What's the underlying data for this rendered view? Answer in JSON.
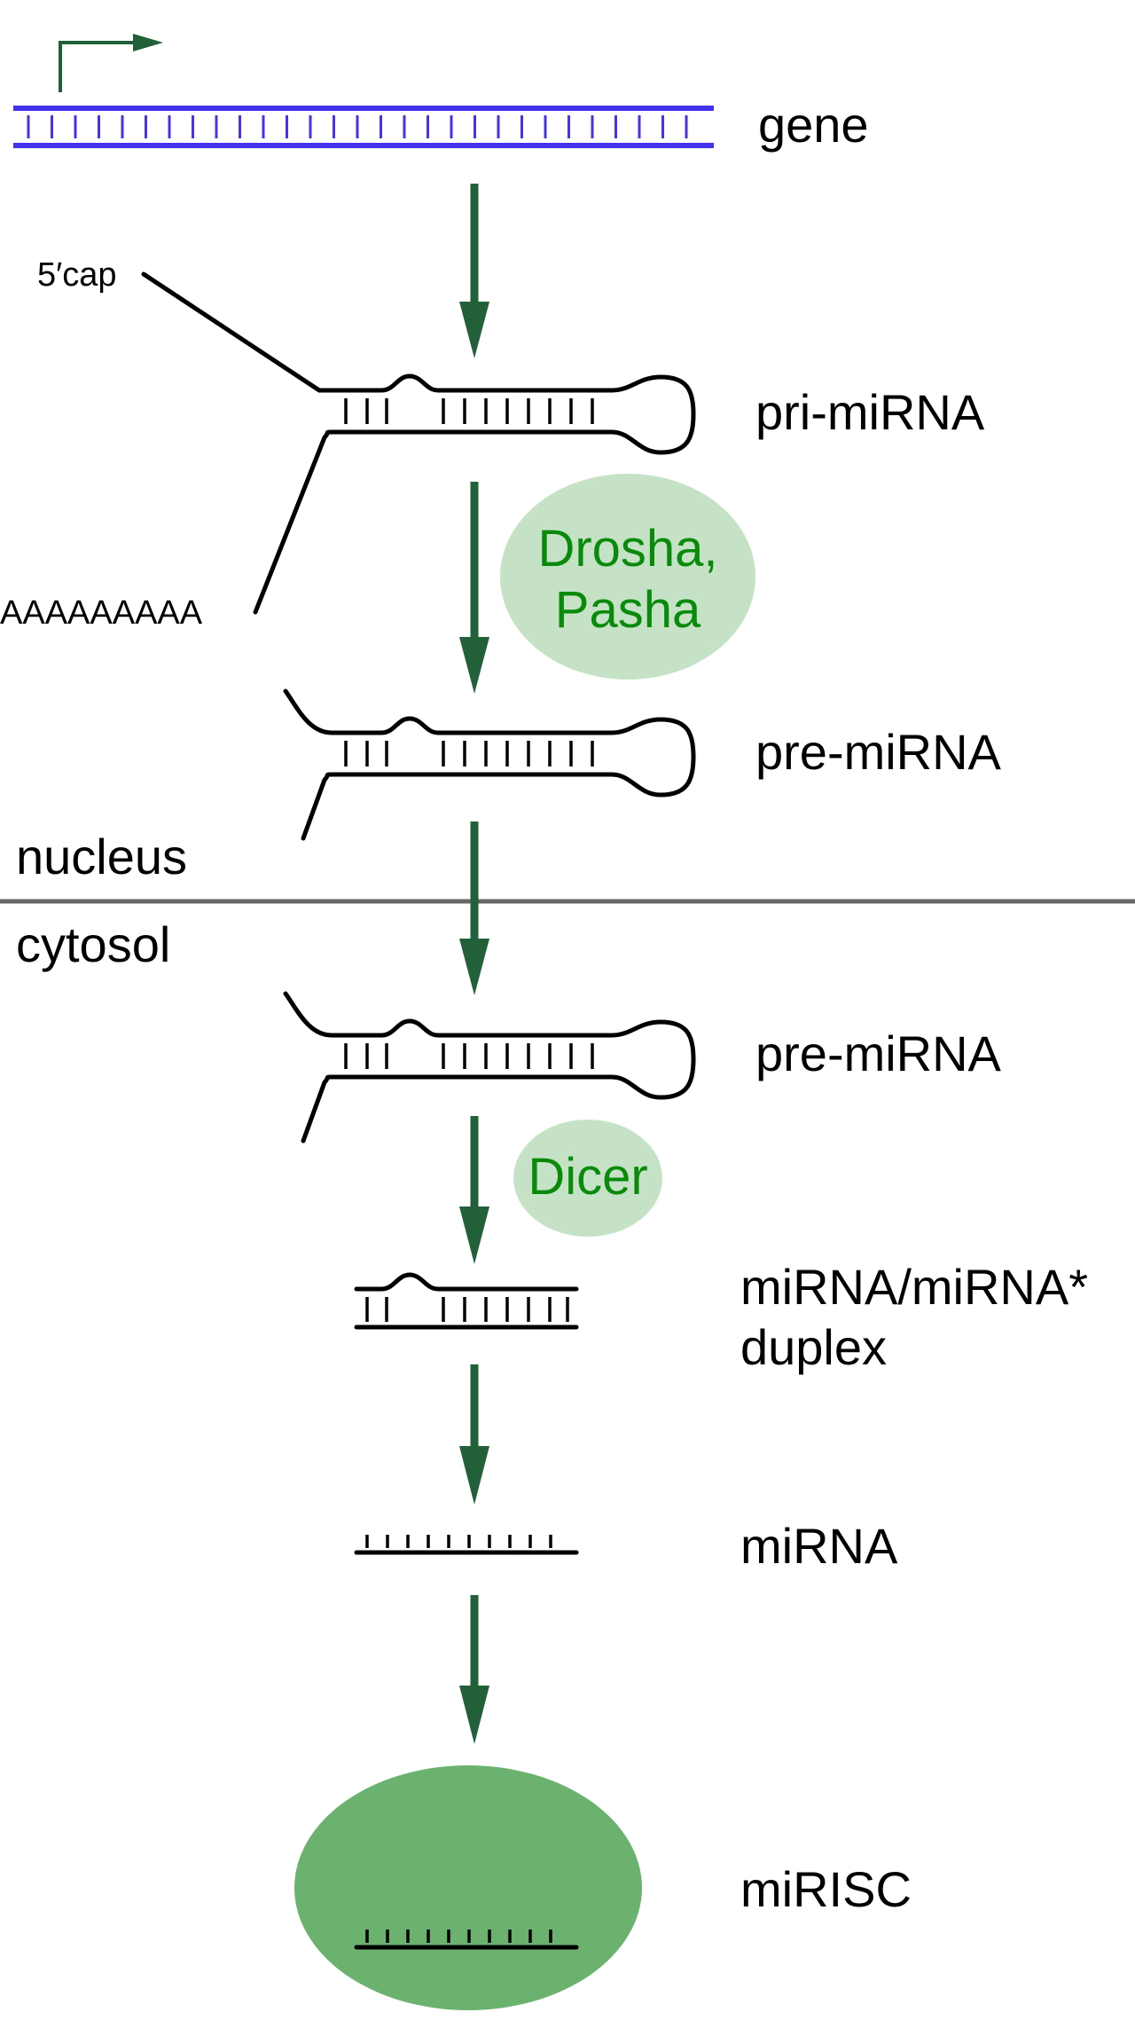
{
  "labels": {
    "gene": "gene",
    "five_cap": "5′cap",
    "poly_a": "AAAAAAAAA",
    "pri_mirna": "pri-miRNA",
    "pre_mirna_nucleus": "pre-miRNA",
    "nucleus": "nucleus",
    "cytosol": "cytosol",
    "pre_mirna_cytosol": "pre-miRNA",
    "duplex_line1": "miRNA/miRNA*",
    "duplex_line2": "duplex",
    "mirna": "miRNA",
    "mirisc": "miRISC"
  },
  "enzymes": {
    "drosha_line1": "Drosha,",
    "drosha_line2": "Pasha",
    "dicer": "Dicer"
  },
  "colors": {
    "gene_dna": "#4433ee",
    "arrow": "#22603a",
    "promoter": "#22603a",
    "enzyme_bubble": "#c6e2c6",
    "enzyme_text": "#0a8a0a",
    "mirisc_complex": "#6ab26e",
    "compartment_line": "#666666"
  }
}
